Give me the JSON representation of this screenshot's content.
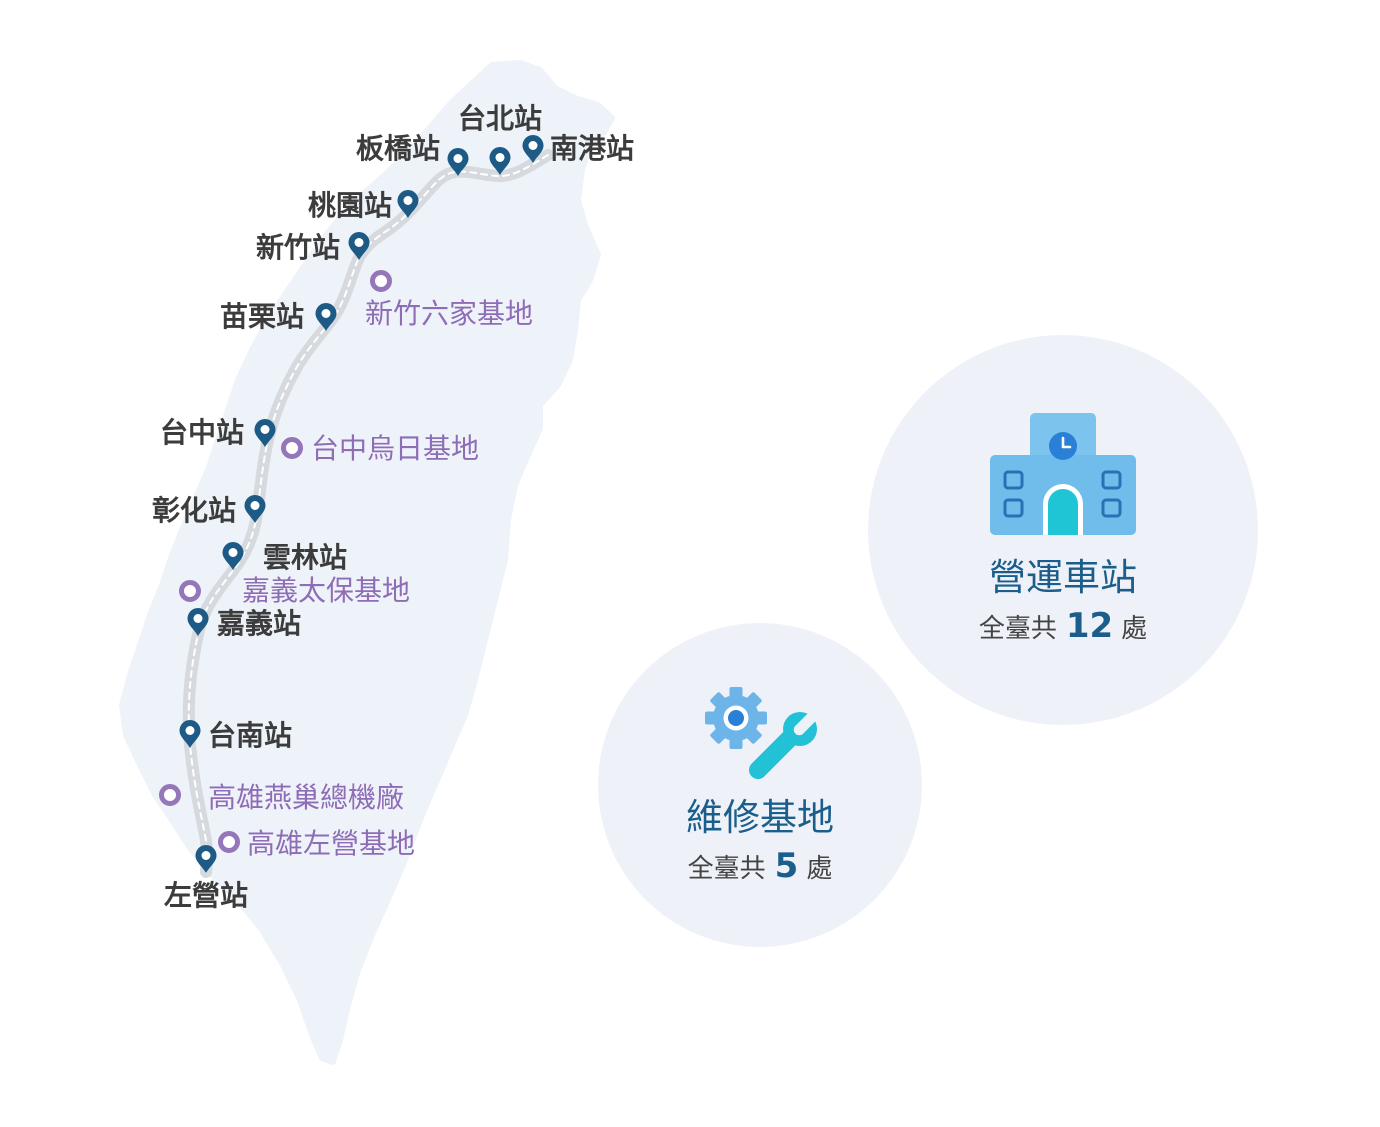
{
  "stations": [
    "南港站",
    "台北站",
    "板橋站",
    "桃園站",
    "新竹站",
    "苗栗站",
    "台中站",
    "彰化站",
    "雲林站",
    "嘉義站",
    "台南站",
    "左營站"
  ],
  "depots": [
    "新竹六家基地",
    "台中烏日基地",
    "嘉義太保基地",
    "高雄燕巢總機廠",
    "高雄左營基地"
  ],
  "summary": {
    "stations": {
      "title": "營運車站",
      "prefix": "全臺共",
      "count": 12,
      "suffix": "處",
      "icon": "station-building-icon"
    },
    "depots": {
      "title": "維修基地",
      "prefix": "全臺共",
      "count": 5,
      "suffix": "處",
      "icon": "gear-wrench-icon"
    }
  },
  "icons": {
    "station_marker": "map-pin-icon",
    "depot_marker": "ring-marker-icon"
  },
  "colors": {
    "map_fill": "#eef3fa",
    "rail": "#d6d9dd",
    "station_pin": "#1d5b86",
    "depot_marker": "#9576b9",
    "station_label": "#3c3c3c",
    "depot_label": "#8f6db6",
    "summary_circle": "#eef2f8",
    "summary_title": "#1b5e8c"
  }
}
